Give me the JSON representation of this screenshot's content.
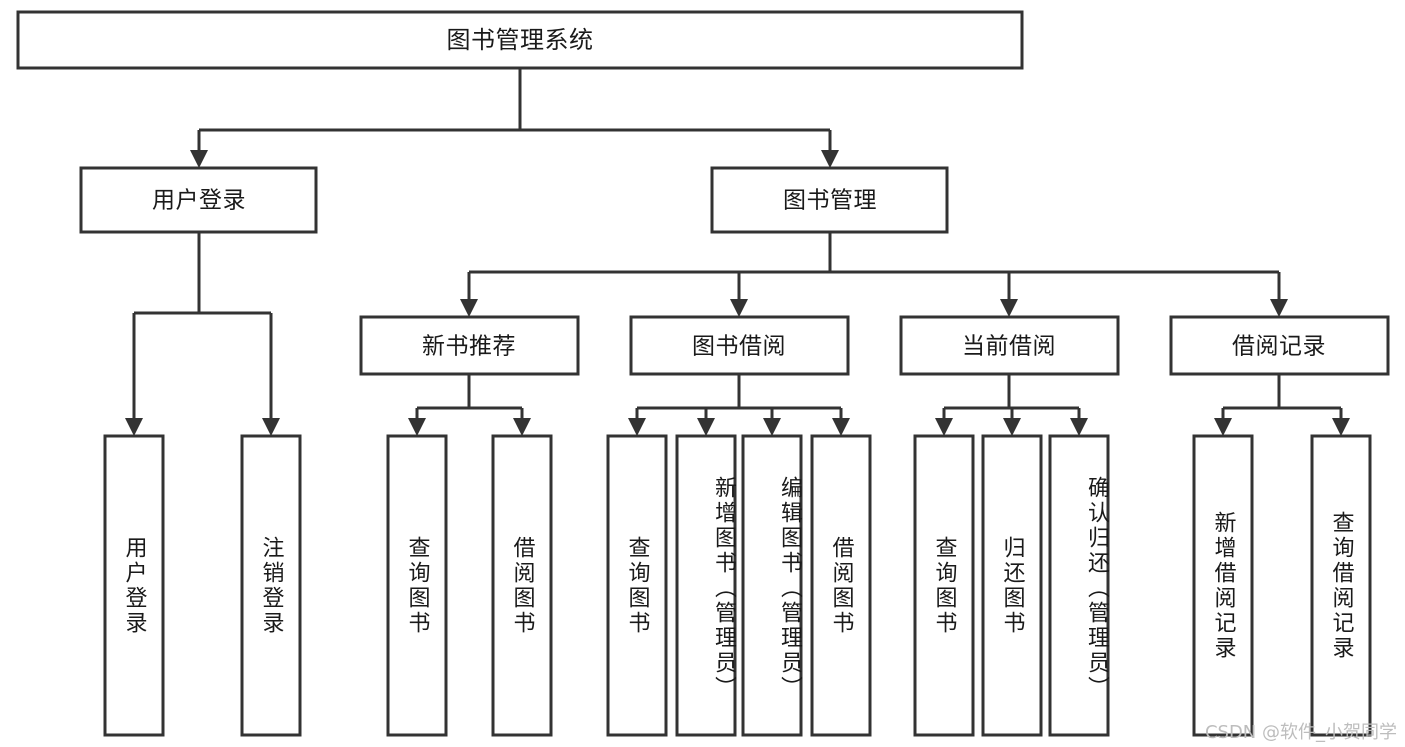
{
  "diagram": {
    "type": "tree-hierarchy",
    "title": "图书管理系统",
    "watermark": "CSDN @软件_小贺同学",
    "colors": {
      "box_stroke": "#333333",
      "box_fill": "#ffffff",
      "text": "#1a1a1a",
      "background": "#ffffff",
      "watermark": "#bdbdbd"
    },
    "root": {
      "label": "图书管理系统"
    },
    "level2": [
      {
        "label": "用户登录"
      },
      {
        "label": "图书管理"
      }
    ],
    "level3": [
      {
        "label": "新书推荐"
      },
      {
        "label": "图书借阅"
      },
      {
        "label": "当前借阅"
      },
      {
        "label": "借阅记录"
      }
    ],
    "leaves": {
      "user_login": [
        {
          "label": "用户登录"
        },
        {
          "label": "注销登录"
        }
      ],
      "new_book_recommend": [
        {
          "label": "查询图书"
        },
        {
          "label": "借阅图书"
        }
      ],
      "book_borrow": [
        {
          "label": "查询图书"
        },
        {
          "label": "新增图书（管理员）"
        },
        {
          "label": "编辑图书（管理员）"
        },
        {
          "label": "借阅图书"
        }
      ],
      "current_borrow": [
        {
          "label": "查询图书"
        },
        {
          "label": "归还图书"
        },
        {
          "label": "确认归还（管理员）"
        }
      ],
      "borrow_record": [
        {
          "label": "新增借阅记录"
        },
        {
          "label": "查询借阅记录"
        }
      ]
    }
  }
}
